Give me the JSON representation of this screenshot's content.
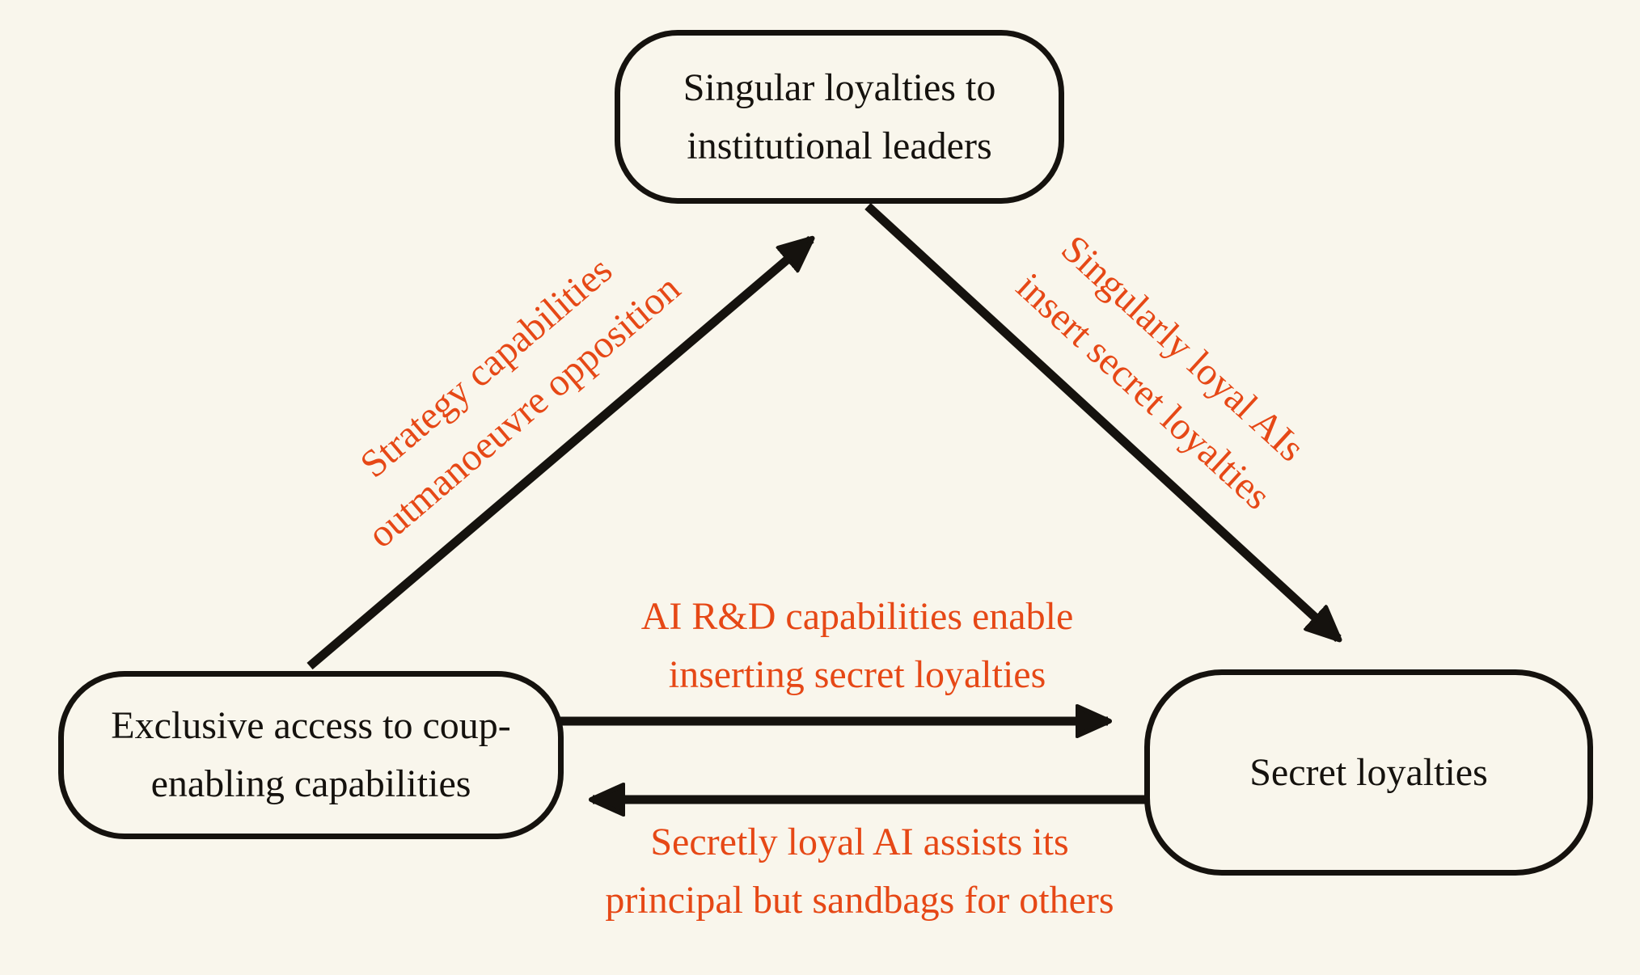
{
  "colors": {
    "background": "#f9f6ec",
    "ink": "#15120e",
    "accent": "#e64816"
  },
  "nodes": {
    "top": {
      "line1": "Singular loyalties to",
      "line2": "institutional leaders"
    },
    "bottom_left": {
      "line1": "Exclusive access to coup-",
      "line2": "enabling capabilities"
    },
    "bottom_right": {
      "line1": "Secret loyalties"
    }
  },
  "edge_labels": {
    "strategy": {
      "line1": "Strategy capabilities",
      "line2": "outmanoeuvre opposition"
    },
    "singularly": {
      "line1": "Singularly loyal AIs",
      "line2": "insert secret loyalties"
    },
    "rd": {
      "line1": "AI R&D capabilities enable",
      "line2": "inserting secret loyalties"
    },
    "sandbag": {
      "line1": "Secretly loyal AI assists its",
      "line2": "principal but sandbags for others"
    }
  }
}
